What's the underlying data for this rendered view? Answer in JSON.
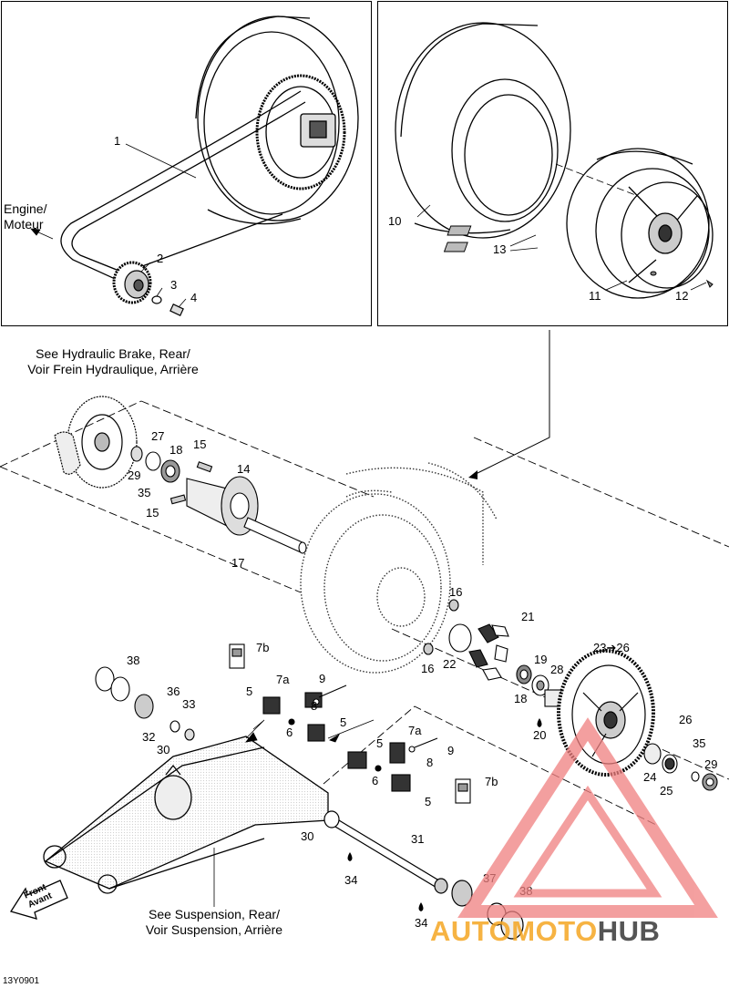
{
  "notes": {
    "engine": [
      "Engine/",
      "Moteur"
    ],
    "brake": [
      "See Hydraulic Brake, Rear/",
      "Voir Frein Hydraulique, Arrière"
    ],
    "suspension": [
      "See Suspension, Rear/",
      "Voir Suspension, Arrière"
    ],
    "front": [
      "Front",
      "Avant"
    ]
  },
  "callouts": {
    "c1": "1",
    "c2": "2",
    "c3": "3",
    "c4": "4",
    "c10": "10",
    "c11": "11",
    "c12": "12",
    "c13": "13",
    "c27": "27",
    "c18a": "18",
    "c15a": "15",
    "c14": "14",
    "c29a": "29",
    "c35a": "35",
    "c15b": "15",
    "c17": "17",
    "c16a": "16",
    "c16b": "16",
    "c21": "21",
    "c22": "22",
    "c19": "19",
    "c28": "28",
    "c18b": "18",
    "c20": "20",
    "c2326": "23➔26",
    "c38a": "38",
    "c7b_a": "7b",
    "c7a_a": "7a",
    "c9a": "9",
    "c5a": "5",
    "c8a": "8",
    "c6a": "6",
    "c5b": "5",
    "c36": "36",
    "c33": "33",
    "c32": "32",
    "c30a": "30",
    "c5c": "5",
    "c7a_b": "7a",
    "c9b": "9",
    "c8b": "8",
    "c6b": "6",
    "c7b_b": "7b",
    "c5d": "5",
    "c26": "26",
    "c35b": "35",
    "c29b": "29",
    "c24": "24",
    "c25": "25",
    "c30b": "30",
    "c31": "31",
    "c34a": "34",
    "c34b": "34",
    "c37": "37",
    "c38b": "38"
  },
  "figure_code": "13Y0901",
  "watermark": {
    "part1": "AUTOMOTO",
    "part2": "HUB",
    "color1": "#f5a623",
    "color2": "#555555",
    "triangle_color": "#f08080"
  }
}
